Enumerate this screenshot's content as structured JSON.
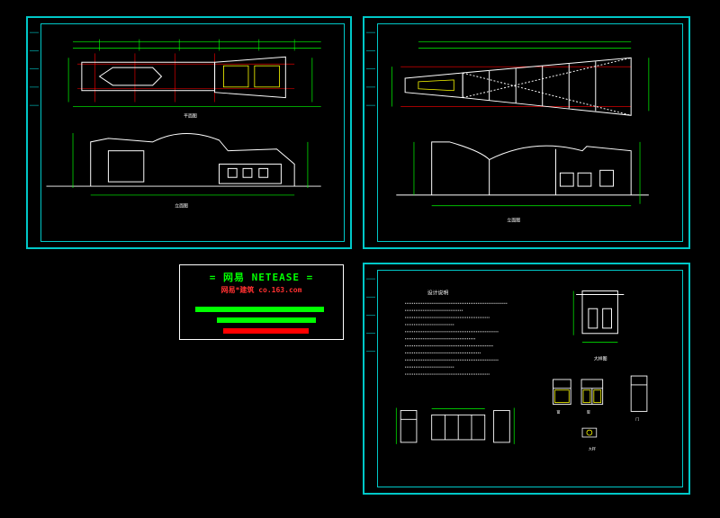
{
  "colors": {
    "background": "#000000",
    "frame": "#00c8c8",
    "line": "#ffffff",
    "dimension": "#00ff00",
    "axis": "#ff0000",
    "accent": "#ffff00"
  },
  "stamp": {
    "title": "= 网易 NETEASE =",
    "subtitle": "网易*建筑 co.163.com",
    "bars": [
      "#00ff00",
      "#00ff00",
      "#ff0000"
    ]
  },
  "sheets": {
    "sheet1": {
      "plan_caption": "平面图",
      "elevation_caption": "立面图"
    },
    "sheet2": {
      "elevation_caption": "立面图"
    },
    "sheet3": {
      "notes_title": "设计说明",
      "detail_caption": "大样图",
      "window_captions": [
        "窗",
        "窗",
        "门"
      ],
      "door_caption": "大样"
    }
  }
}
